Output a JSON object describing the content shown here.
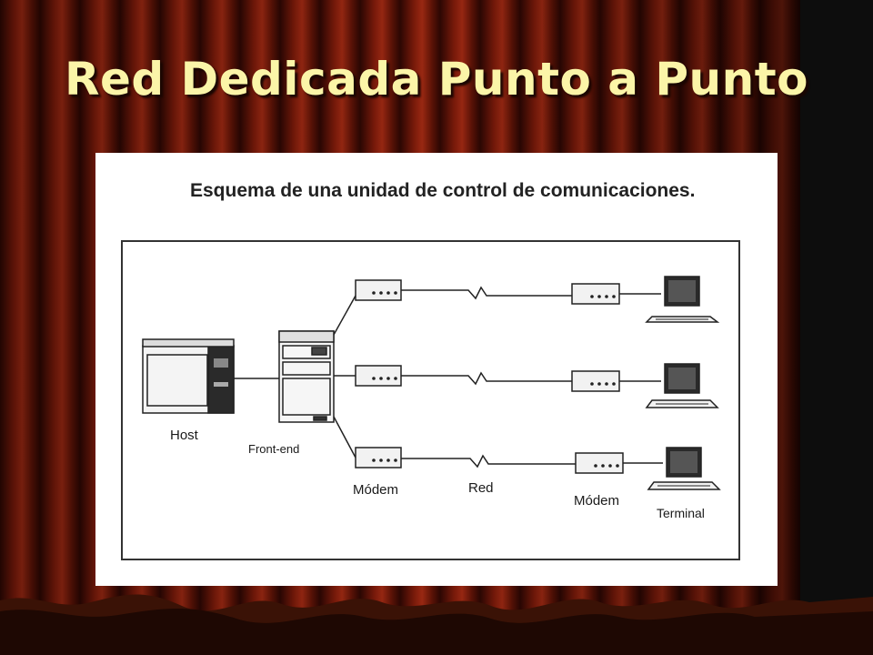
{
  "slide": {
    "title": "Red Dedicada Punto a Punto"
  },
  "figure": {
    "caption": "Esquema de una unidad de control de comunicaciones.",
    "labels": {
      "host": "Host",
      "front_end": "Front-end",
      "modem_left": "Módem",
      "network": "Red",
      "modem_right": "Módem",
      "terminal": "Terminal"
    }
  },
  "colors": {
    "title": "#fbf5a8",
    "curtain_dark": "#2a0804",
    "curtain_red": "#8a1c0c"
  },
  "icons": [
    "curtain-background",
    "host-computer-icon",
    "front-end-unit-icon",
    "modem-icon",
    "terminal-icon",
    "lightning-link-icon"
  ]
}
